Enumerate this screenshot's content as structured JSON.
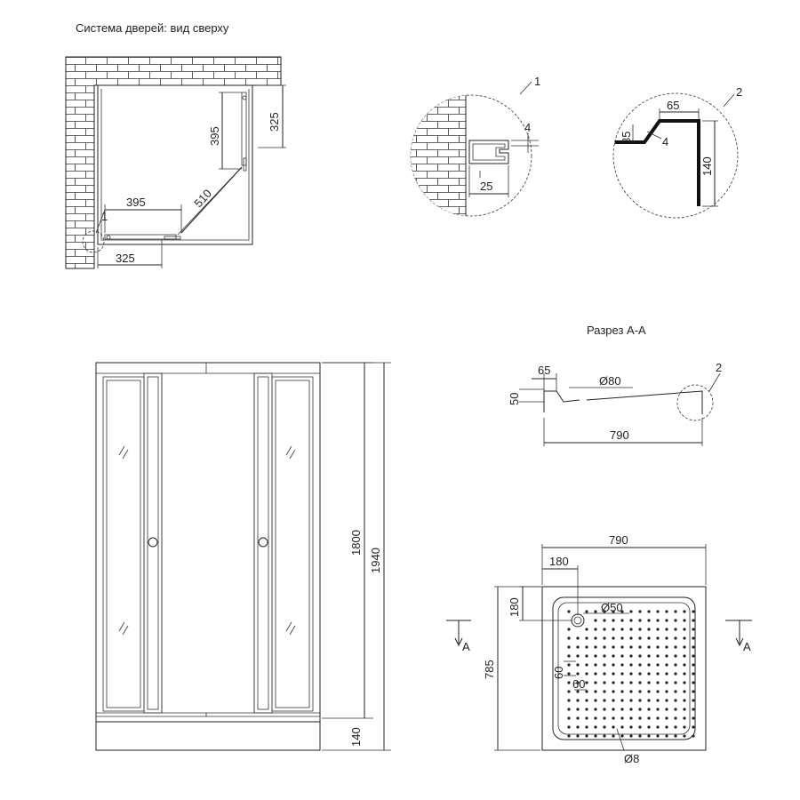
{
  "top_view": {
    "title": "Система дверей: вид сверху",
    "dims": {
      "door_panel_bottom": "395",
      "door_panel_right": "395",
      "diagonal": "510",
      "side_bottom": "325",
      "side_right": "325"
    },
    "callout": "1"
  },
  "detail_1": {
    "callout": "1",
    "dims": {
      "height": "4",
      "width": "25"
    }
  },
  "detail_2": {
    "callout": "2",
    "dims": {
      "top_width": "65",
      "slope": "35",
      "thickness": "4",
      "height": "140"
    }
  },
  "front_view": {
    "dims": {
      "height_inner": "1800",
      "height_total": "1940",
      "base": "140"
    }
  },
  "section_aa": {
    "title": "Разрез А-А",
    "callout": "2",
    "dims": {
      "rim": "65",
      "depth": "50",
      "drain": "Ø80",
      "length": "790"
    }
  },
  "tray_plan": {
    "dims": {
      "width": "790",
      "drain_x": "180",
      "drain_y": "180",
      "drain_dia": "Ø50",
      "depth": "785",
      "pitch_y": "60",
      "pitch_x": "60",
      "dot_dia": "Ø8"
    },
    "section_marker_left": "А",
    "section_marker_right": "А"
  }
}
